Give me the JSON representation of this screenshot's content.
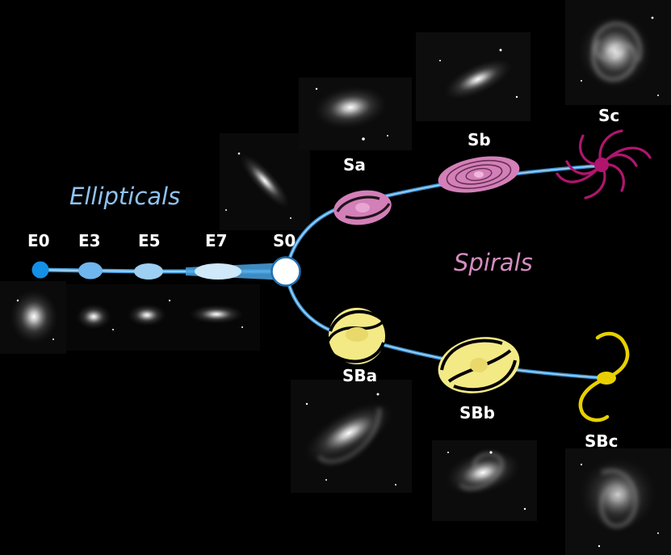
{
  "groups": {
    "ellipticals": "Ellipticals",
    "spirals": "Spirals"
  },
  "types": {
    "e0": "E0",
    "e3": "E3",
    "e5": "E5",
    "e7": "E7",
    "s0": "S0",
    "sa": "Sa",
    "sb": "Sb",
    "sc": "Sc",
    "sba": "SBa",
    "sbb": "SBb",
    "sbc": "SBc"
  },
  "colors": {
    "background": "#000000",
    "branch": "#4aa3e0",
    "elliptical_title": "#8ec3f0",
    "spiral_title": "#d58cc0",
    "spiral_icon": "#d37fb8",
    "sc_icon": "#b0156e",
    "barred_icon": "#f3ea86",
    "sbc_icon": "#e8d000",
    "label": "#ffffff"
  }
}
